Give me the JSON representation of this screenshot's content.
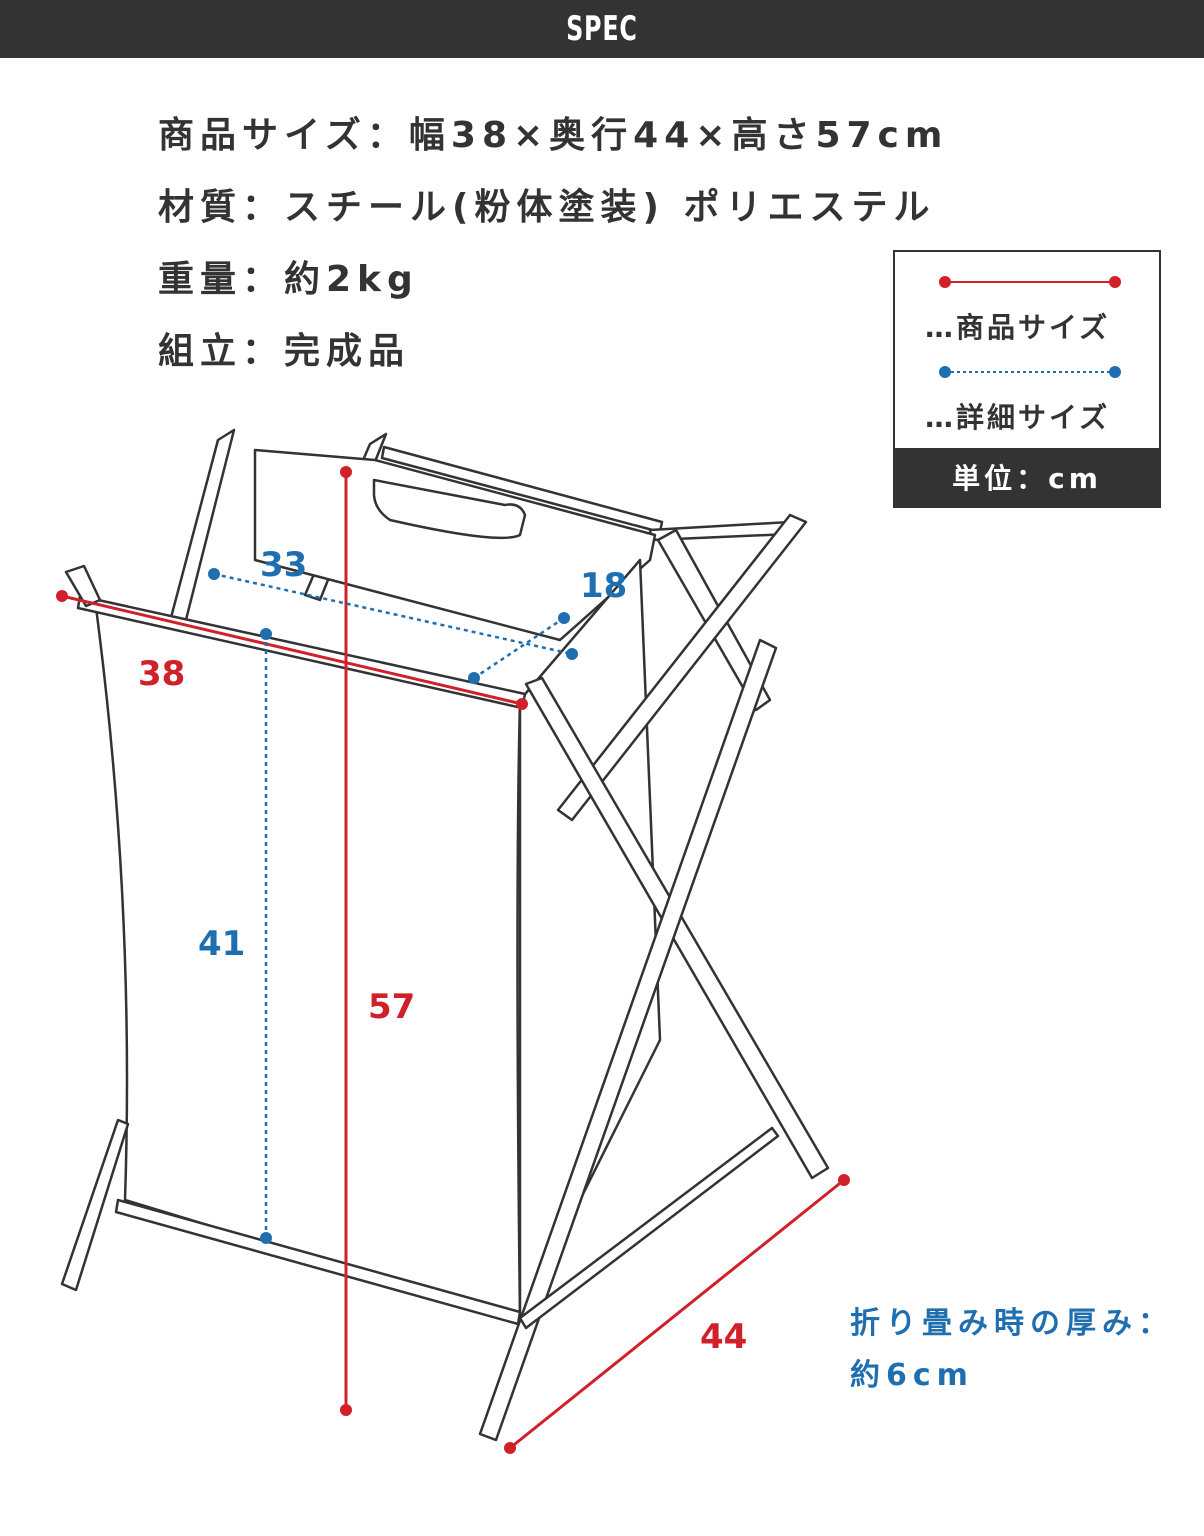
{
  "header": {
    "title": "SPEC"
  },
  "specs": [
    "商品サイズ：幅38×奥行44×高さ57cm",
    "材質：スチール(粉体塗装) ポリエステル",
    "重量：約2kg",
    "組立：完成品"
  ],
  "legend": {
    "product_size_label": "…商品サイズ",
    "detail_size_label": "…詳細サイズ",
    "unit_label": "単位：cm"
  },
  "dimensions": {
    "width": "38",
    "height": "57",
    "depth": "44",
    "inner_width": "33",
    "inner_depth": "18",
    "inner_height": "41"
  },
  "fold_note": {
    "line1": "折り畳み時の厚み：",
    "line2": "約6cm"
  },
  "colors": {
    "product_size": "#d0202a",
    "detail_size": "#1f6fb0",
    "header_bg": "#333333"
  }
}
